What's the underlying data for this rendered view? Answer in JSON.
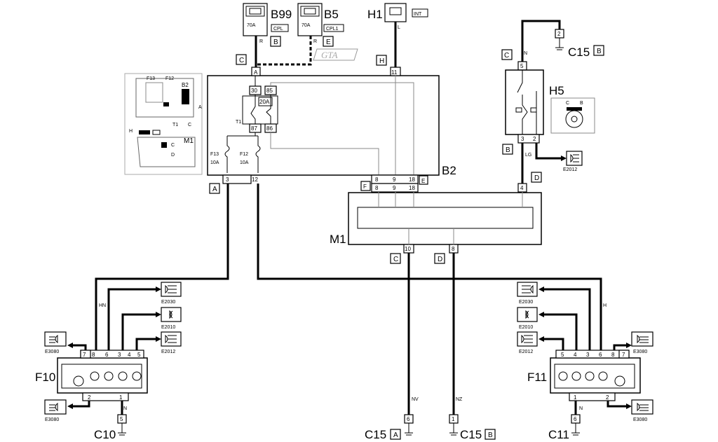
{
  "components": {
    "B99": {
      "label": "B99",
      "fuse": "70A",
      "code": "CPL",
      "conn": "B",
      "wire": "R"
    },
    "B5": {
      "label": "B5",
      "fuse": "70A",
      "code": "CPL1",
      "conn": "E",
      "wire": "R"
    },
    "H1": {
      "label": "H1",
      "code": "INT",
      "wire": "L",
      "conn": "H",
      "pin": "11"
    },
    "gta": "GTA",
    "B2": {
      "label": "B2",
      "conn_top": "C",
      "pin_top": "A",
      "relay_amp": "20A",
      "relay_pins": [
        "30",
        "85",
        "87",
        "86"
      ],
      "relay_label": "T1",
      "fuses": [
        {
          "name": "F13",
          "amp": "10A"
        },
        {
          "name": "F12",
          "amp": "10A"
        }
      ],
      "bottom_pins": [
        "3",
        "12"
      ],
      "right_pins": [
        "8",
        "9",
        "18"
      ],
      "conn_bottom_left": "A",
      "conn_right_left": "F",
      "conn_right_right": "E"
    },
    "M1": {
      "label": "M1",
      "top_pins": [
        "8",
        "9",
        "18",
        "4"
      ],
      "bottom_pins": [
        "10",
        "8"
      ],
      "conn_c": "C",
      "conn_d": "D"
    },
    "H5": {
      "label": "H5",
      "top_conn": "C",
      "top_pin": "5",
      "wire_top": "N",
      "bottom_pins": [
        "3",
        "2"
      ],
      "bottom_conn": "B",
      "wire_lg": "LG",
      "conn_d": "D",
      "pin_4": "4",
      "view_c": "C",
      "view_b": "B"
    },
    "C15_top": {
      "label": "C15",
      "conn": "B",
      "pin": "2"
    },
    "locator": {
      "F13": "F13",
      "F12": "F12",
      "B2": "B2",
      "A": "A",
      "T1": "T1",
      "C": "C",
      "H": "H",
      "M1": "M1",
      "C2": "C",
      "D": "D"
    },
    "F10": {
      "label": "F10",
      "pins_top": [
        "7",
        "8",
        "6",
        "3",
        "4",
        "5"
      ],
      "pins_bottom": [
        "2",
        "1"
      ],
      "wire_hn": "HN",
      "wire_n": "N",
      "pin_ground": "5",
      "ground": "C10"
    },
    "F11": {
      "label": "F11",
      "pins_top": [
        "5",
        "4",
        "3",
        "6",
        "8",
        "7"
      ],
      "pins_bottom": [
        "1",
        "2"
      ],
      "wire_h": "H",
      "wire_n": "N",
      "pin_ground": "6",
      "ground": "C11"
    },
    "lamps_left": [
      "E2030",
      "E2010",
      "E2012",
      "E3080",
      "E3080"
    ],
    "lamps_right": [
      "E2030",
      "E2010",
      "E2012",
      "E3080",
      "E3080"
    ],
    "lamp_h5": "E2012",
    "grounds_bottom": [
      {
        "label": "C15",
        "conn": "A",
        "pin": "6",
        "wire": "NV"
      },
      {
        "label": "C15",
        "conn": "B",
        "pin": "1",
        "wire": "NZ"
      }
    ]
  }
}
